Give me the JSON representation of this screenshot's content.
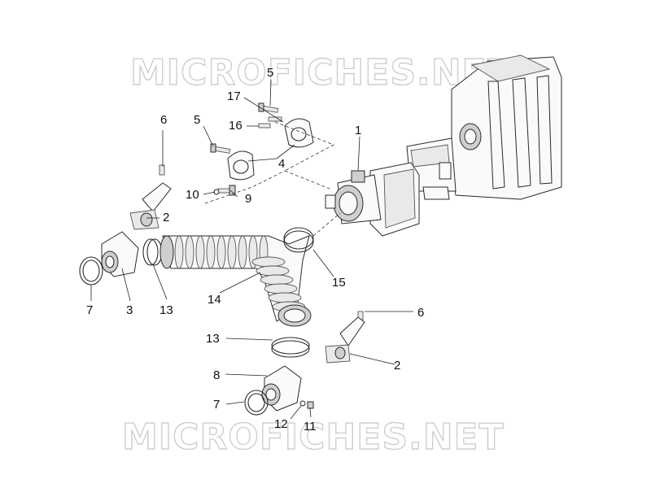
{
  "watermark": {
    "top": "MICROFICHES.NET",
    "bottom": "MICROFICHES.NET"
  },
  "labels": {
    "l1": "1",
    "l2a": "2",
    "l2b": "2",
    "l3": "3",
    "l4": "4",
    "l5a": "5",
    "l5b": "5",
    "l6a": "6",
    "l6b": "6",
    "l7a": "7",
    "l7b": "7",
    "l8": "8",
    "l9": "9",
    "l10": "10",
    "l11": "11",
    "l12": "12",
    "l13a": "13",
    "l13b": "13",
    "l14": "14",
    "l15": "15",
    "l16": "16",
    "l17": "17"
  }
}
